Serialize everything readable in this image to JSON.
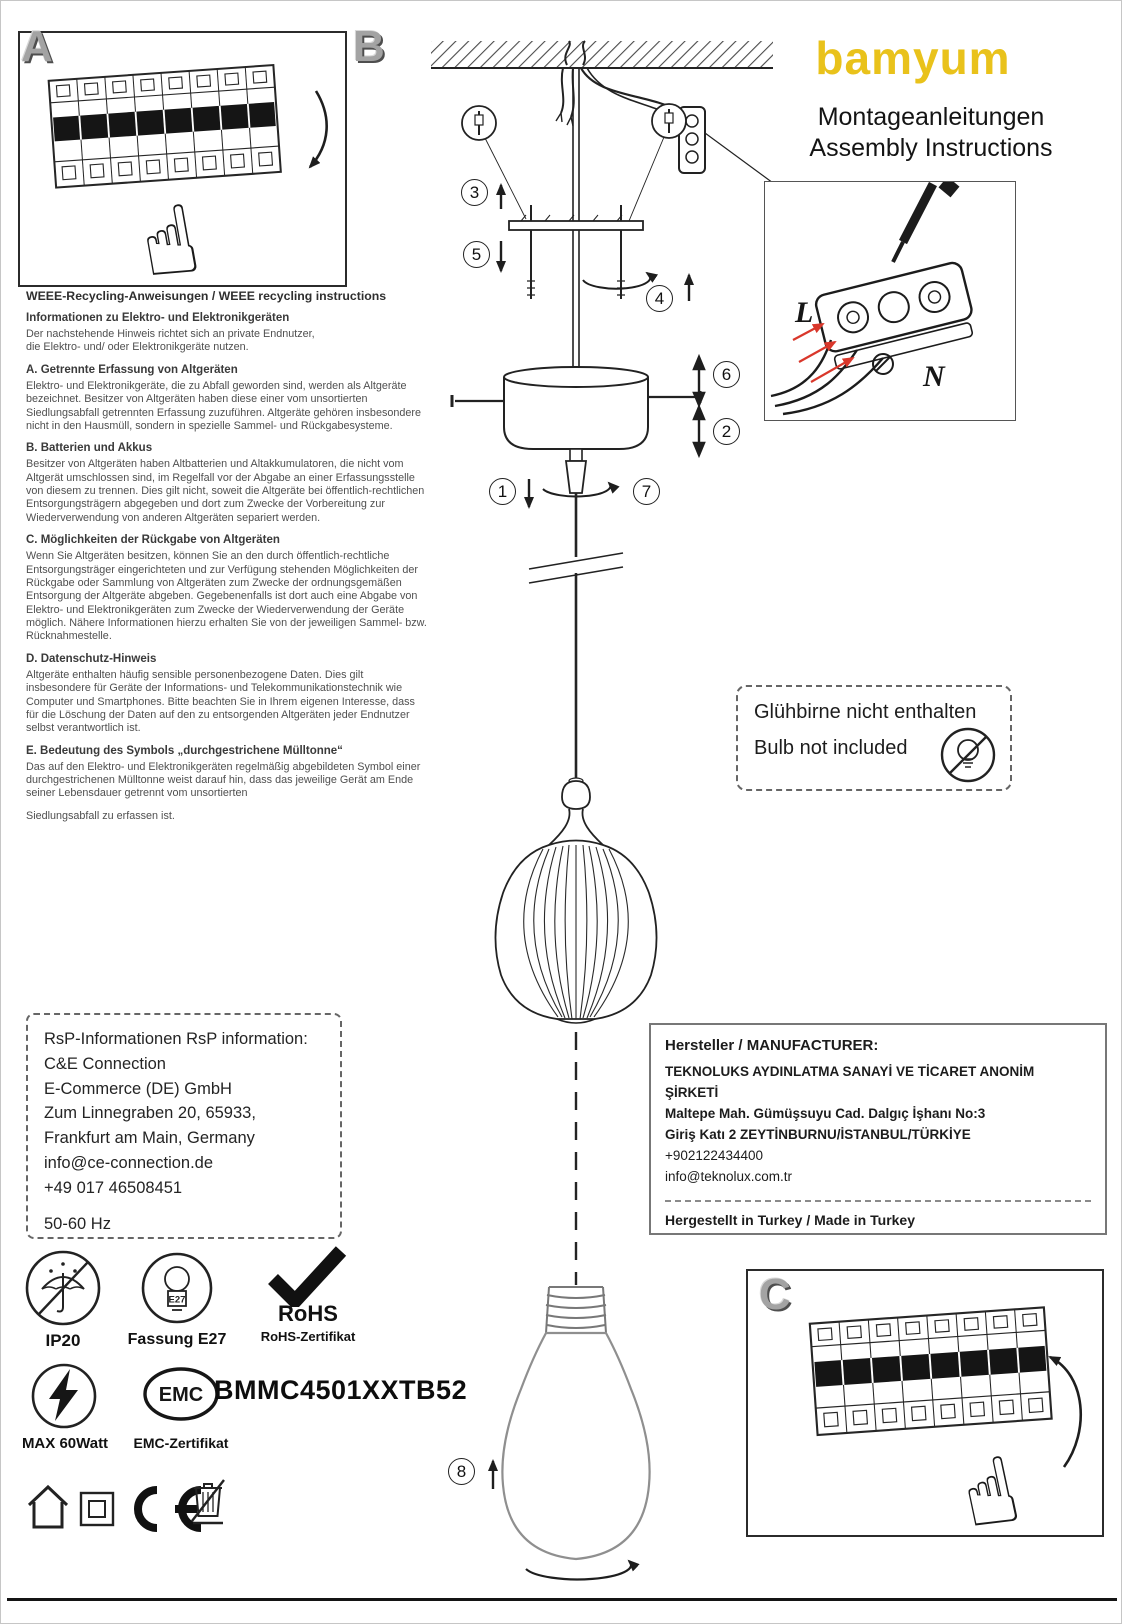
{
  "panels": {
    "a_label": "A",
    "b_label": "B",
    "c_label": "C"
  },
  "header": {
    "brand": "bamyum",
    "title_de": "Montageanleitungen",
    "title_en": "Assembly Instructions"
  },
  "weee": {
    "title": "WEEE-Recycling-Anweisungen / WEEE recycling instructions",
    "intro_heading": "Informationen zu Elektro- und Elektronikgeräten",
    "intro_body": "Der nachstehende Hinweis richtet sich an private Endnutzer,\ndie Elektro- und/ oder Elektronikgeräte nutzen.",
    "sections": [
      {
        "heading": "A. Getrennte Erfassung von Altgeräten",
        "body": "Elektro- und Elektronikgeräte, die zu Abfall geworden sind, werden als Altgeräte bezeichnet. Besitzer von Altgeräten haben diese einer vom unsortierten Siedlungsabfall getrennten Erfassung zuzuführen. Altgeräte gehören insbesondere nicht in den Hausmüll, sondern in spezielle Sammel- und Rückgabesysteme."
      },
      {
        "heading": "B. Batterien und Akkus",
        "body": "Besitzer von Altgeräten haben Altbatterien und Altakkumulatoren, die nicht vom Altgerät umschlossen sind, im Regelfall vor der Abgabe an einer Erfassungsstelle von diesem zu trennen. Dies gilt nicht, soweit die Altgeräte bei öffentlich-rechtlichen Entsorgungsträgern abgegeben und dort zum Zwecke der Vorbereitung zur Wiederverwendung von anderen Altgeräten separiert werden."
      },
      {
        "heading": "C. Möglichkeiten der Rückgabe von Altgeräten",
        "body": "Wenn Sie Altgeräten besitzen, können Sie an den durch öffentlich-rechtliche Entsorgungsträger eingerichteten und zur Verfügung stehenden Möglichkeiten der Rückgabe oder Sammlung von Altgeräten zum Zwecke der ordnungsgemäßen Entsorgung der Altgeräte abgeben. Gegebenenfalls ist dort auch eine Abgabe von Elektro- und Elektronikgeräten zum Zwecke der Wiederverwendung der Geräte möglich. Nähere Informationen hierzu erhalten Sie von der jeweiligen Sammel- bzw. Rücknahmestelle."
      },
      {
        "heading": "D. Datenschutz-Hinweis",
        "body": "Altgeräte enthalten häufig sensible personenbezogene Daten. Dies gilt insbesondere für Geräte der Informations- und Telekommunikationstechnik wie Computer und Smartphones. Bitte beachten Sie in Ihrem eigenen Interesse, dass für die Löschung der Daten auf den zu entsorgenden Altgeräten jeder Endnutzer selbst verantwortlich ist."
      },
      {
        "heading": "E. Bedeutung des Symbols „durchgestrichene Mülltonne“",
        "body": "Das auf den Elektro- und Elektronikgeräten regelmäßig abgebildeten Symbol einer durchgestrichenen Mülltonne weist darauf hin, dass das jeweilige Gerät am Ende seiner Lebensdauer getrennt vom unsortierten"
      }
    ],
    "footer": "Siedlungsabfall zu erfassen ist."
  },
  "bulb_note": {
    "line_de": "Glühbirne nicht enthalten",
    "line_en": "Bulb not included"
  },
  "rsp": {
    "title": "RsP-Informationen RsP information:",
    "lines": [
      "C&E Connection",
      "E-Commerce (DE) GmbH",
      "Zum Linnegraben 20, 65933,",
      "Frankfurt am Main, Germany",
      "info@ce-connection.de",
      "+49 017 46508451",
      "50-60 Hz"
    ]
  },
  "manufacturer": {
    "title": "Hersteller / MANUFACTURER:",
    "lines": [
      "TEKNOLUKS AYDINLATMA SANAYİ VE TİCARET ANONİM ŞİRKETİ",
      "Maltepe Mah. Gümüşsuyu Cad. Dalgıç İşhanı No:3",
      "Giriş Katı 2 ZEYTİNBURNU/İSTANBUL/TÜRKİYE",
      "+902122434400",
      "info@teknolux.com.tr"
    ],
    "footer": "Hergestellt in Turkey / Made in Turkey"
  },
  "certs": {
    "ip20": "IP20",
    "e27_label": "Fassung E27",
    "e27_icon_text": "E27",
    "rohs": "RoHS",
    "rohs_cert": "RoHS-Zertifikat",
    "max_watt": "MAX 60Watt",
    "emc": "EMC",
    "emc_cert": "EMC-Zertifikat",
    "model": "BMMC4501XXTB52",
    "ce_mark": "CE"
  },
  "diagram": {
    "steps": [
      "1",
      "2",
      "3",
      "4",
      "5",
      "6",
      "7",
      "8"
    ],
    "terminal_l": "L",
    "terminal_n": "N"
  }
}
